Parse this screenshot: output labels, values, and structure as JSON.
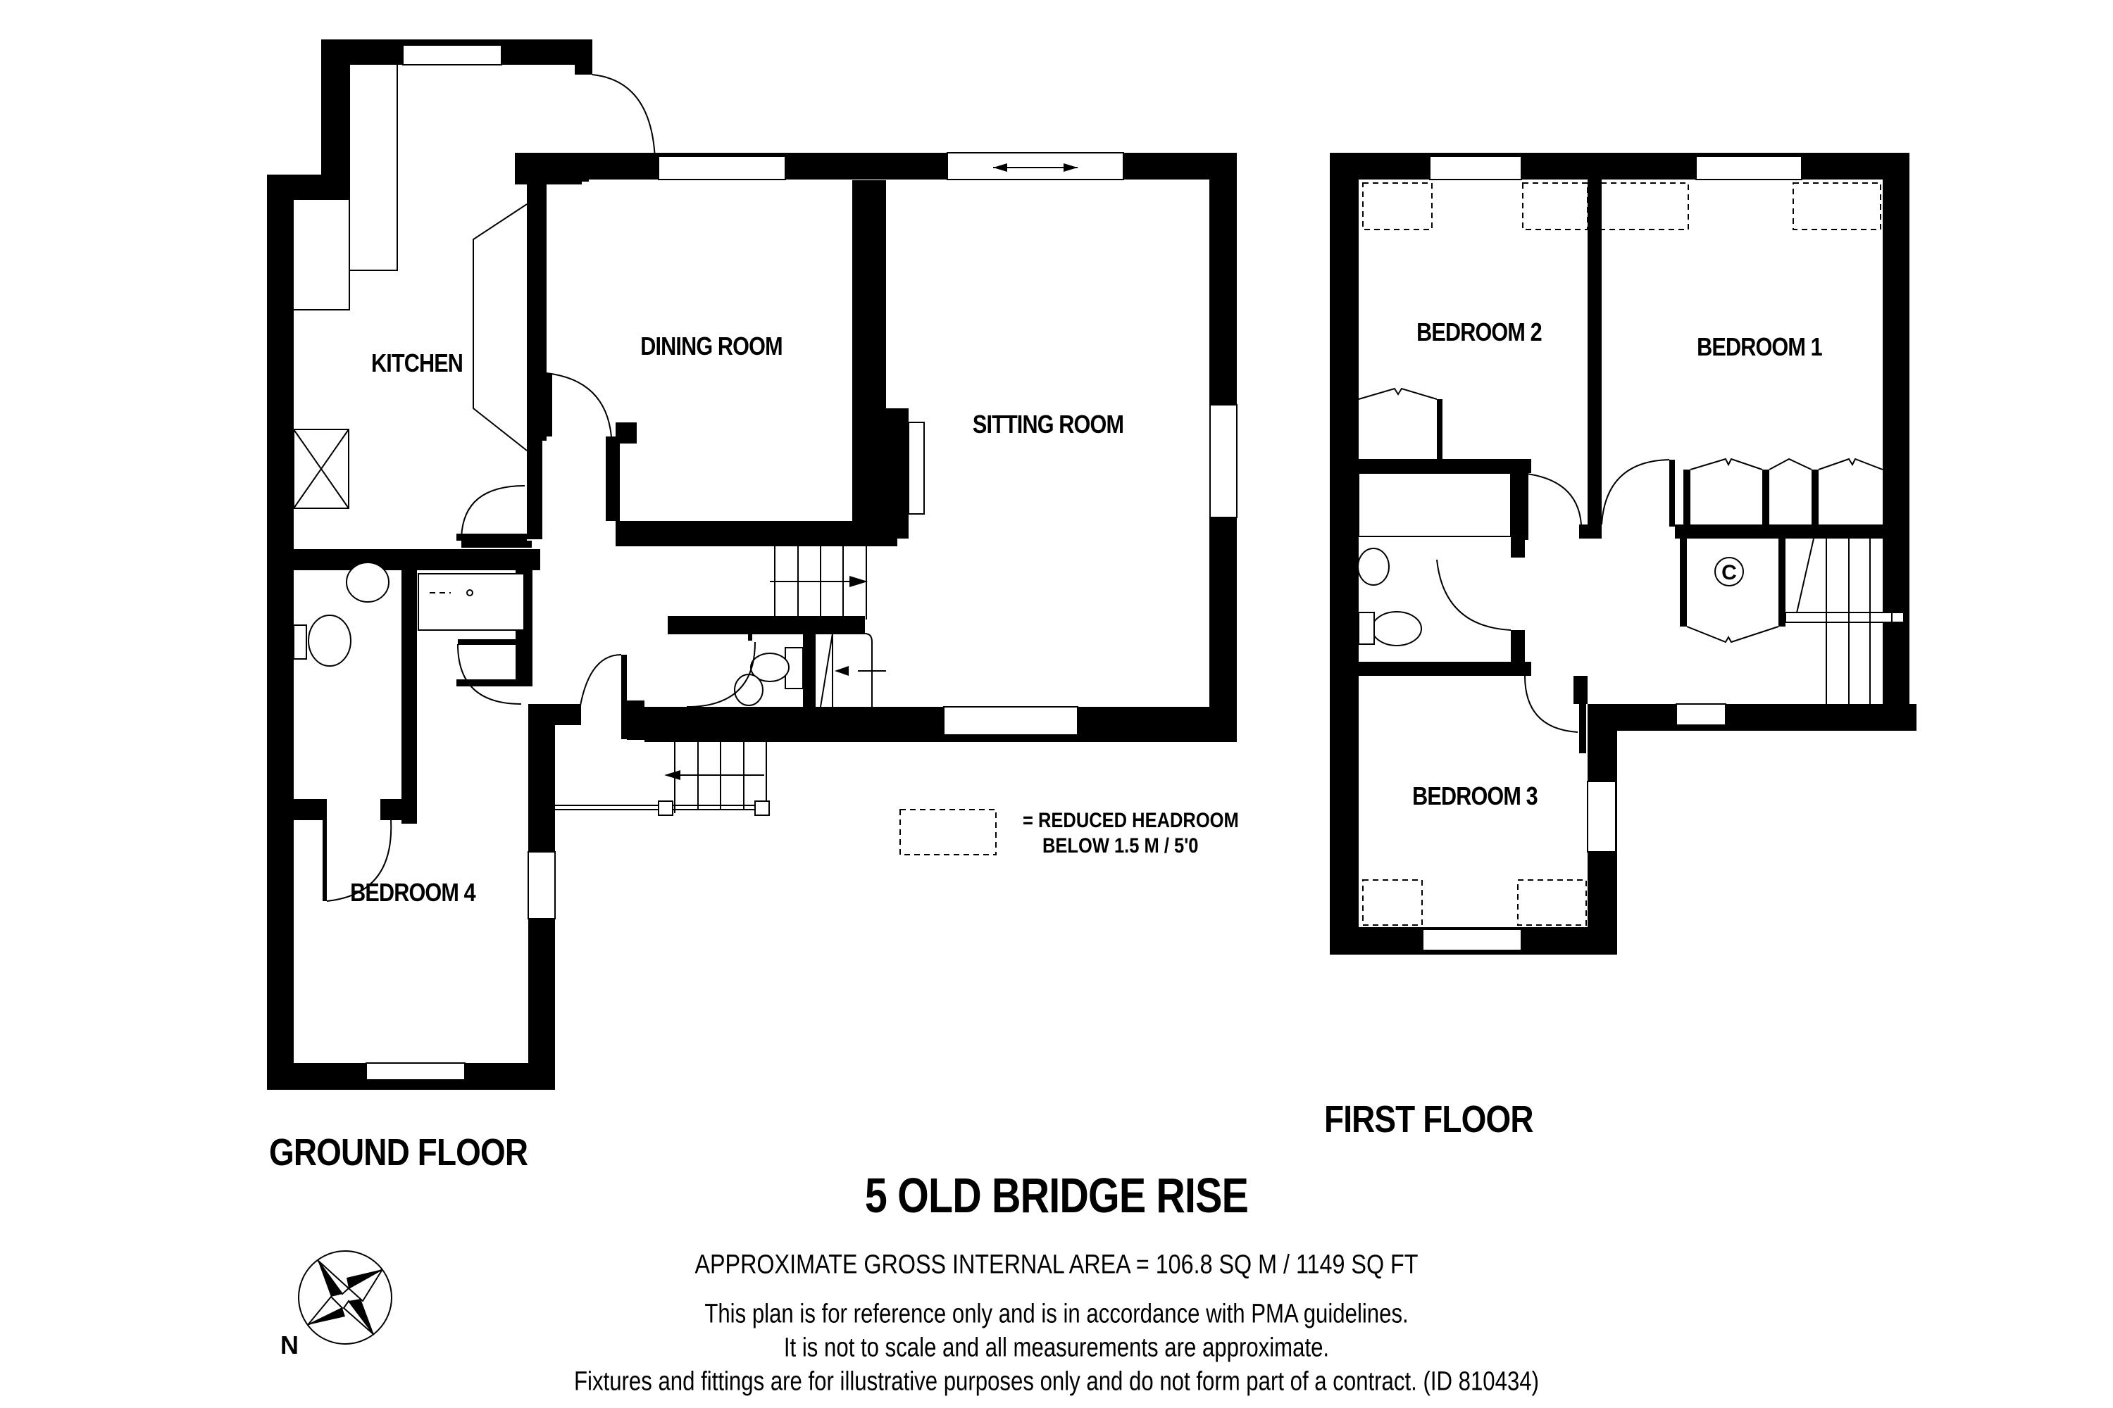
{
  "property": {
    "title": "5 OLD BRIDGE RISE",
    "gross_internal_area": "APPROXIMATE GROSS INTERNAL AREA = 106.8 SQ M / 1149 SQ FT",
    "disclaimer_lines": [
      "This plan is for reference only and is in accordance with PMA guidelines.",
      "It is not to scale and all measurements are approximate.",
      "Fixtures and fittings are for illustrative purposes only and do not form part of a contract. (ID 810434)"
    ]
  },
  "ground_floor": {
    "label": "GROUND FLOOR",
    "rooms": [
      {
        "name": "KITCHEN"
      },
      {
        "name": "DINING ROOM"
      },
      {
        "name": "SITTING ROOM"
      },
      {
        "name": "BEDROOM 4"
      }
    ]
  },
  "first_floor": {
    "label": "FIRST FLOOR",
    "rooms": [
      {
        "name": "BEDROOM 2"
      },
      {
        "name": "BEDROOM 1"
      },
      {
        "name": "BEDROOM 3"
      }
    ],
    "cupboard_marker": "C"
  },
  "legend": {
    "symbol": "dashed-rectangle",
    "line1": "=  REDUCED HEADROOM",
    "line2": "BELOW 1.5 M / 5'0"
  },
  "compass": {
    "direction_label": "N",
    "icon": "compass-rose-icon"
  },
  "colors": {
    "wall": "#000000",
    "background": "#ffffff"
  }
}
